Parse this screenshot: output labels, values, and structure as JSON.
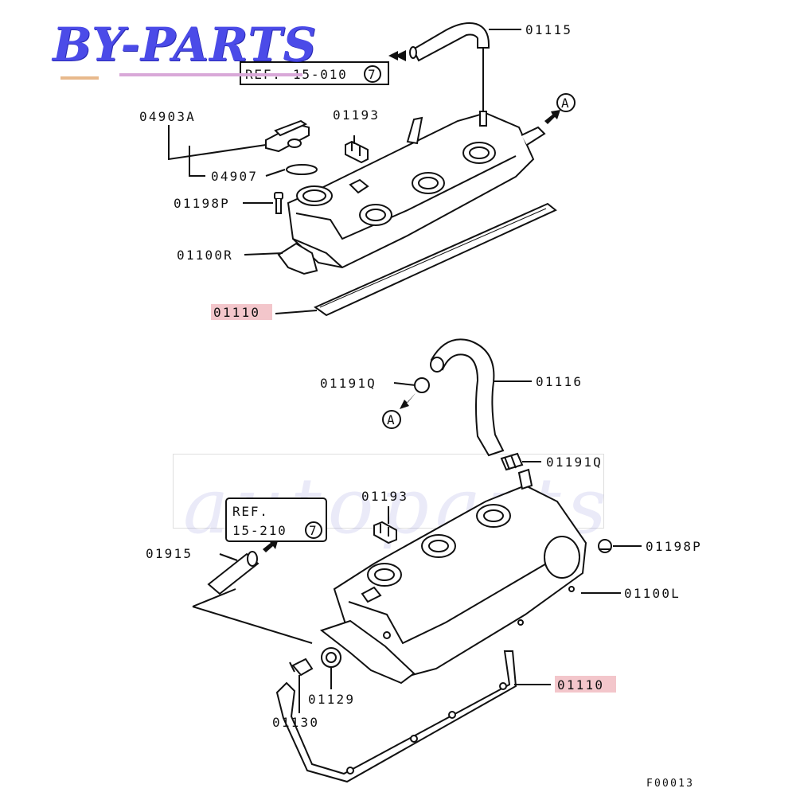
{
  "brand": {
    "logo_text": "BY-PARTS",
    "watermark_text": "autoparts"
  },
  "figure_code": "F00013",
  "references": {
    "ref_top": {
      "prefix": "REF.",
      "code": "15-010",
      "circle": "7"
    },
    "ref_bottom": {
      "prefix": "REF.",
      "code": "15-210",
      "circle": "7"
    },
    "marker_a": "A"
  },
  "part_labels": {
    "p01115": "01115",
    "p04903A": "04903A",
    "p01193_top": "01193",
    "p04907": "04907",
    "p01198P_top": "01198P",
    "p01100R": "01100R",
    "p01110_top": "01110",
    "p01191Q_left": "01191Q",
    "p01116": "01116",
    "p01191Q_right": "01191Q",
    "p01193_bottom": "01193",
    "p01198P_right": "01198P",
    "p01915": "01915",
    "p01100L": "01100L",
    "p01129": "01129",
    "p01130": "01130",
    "p01110_bottom": "01110"
  },
  "colors": {
    "highlight": "#f3c6cb",
    "ink": "#111111",
    "brand": "#4b4be8"
  }
}
